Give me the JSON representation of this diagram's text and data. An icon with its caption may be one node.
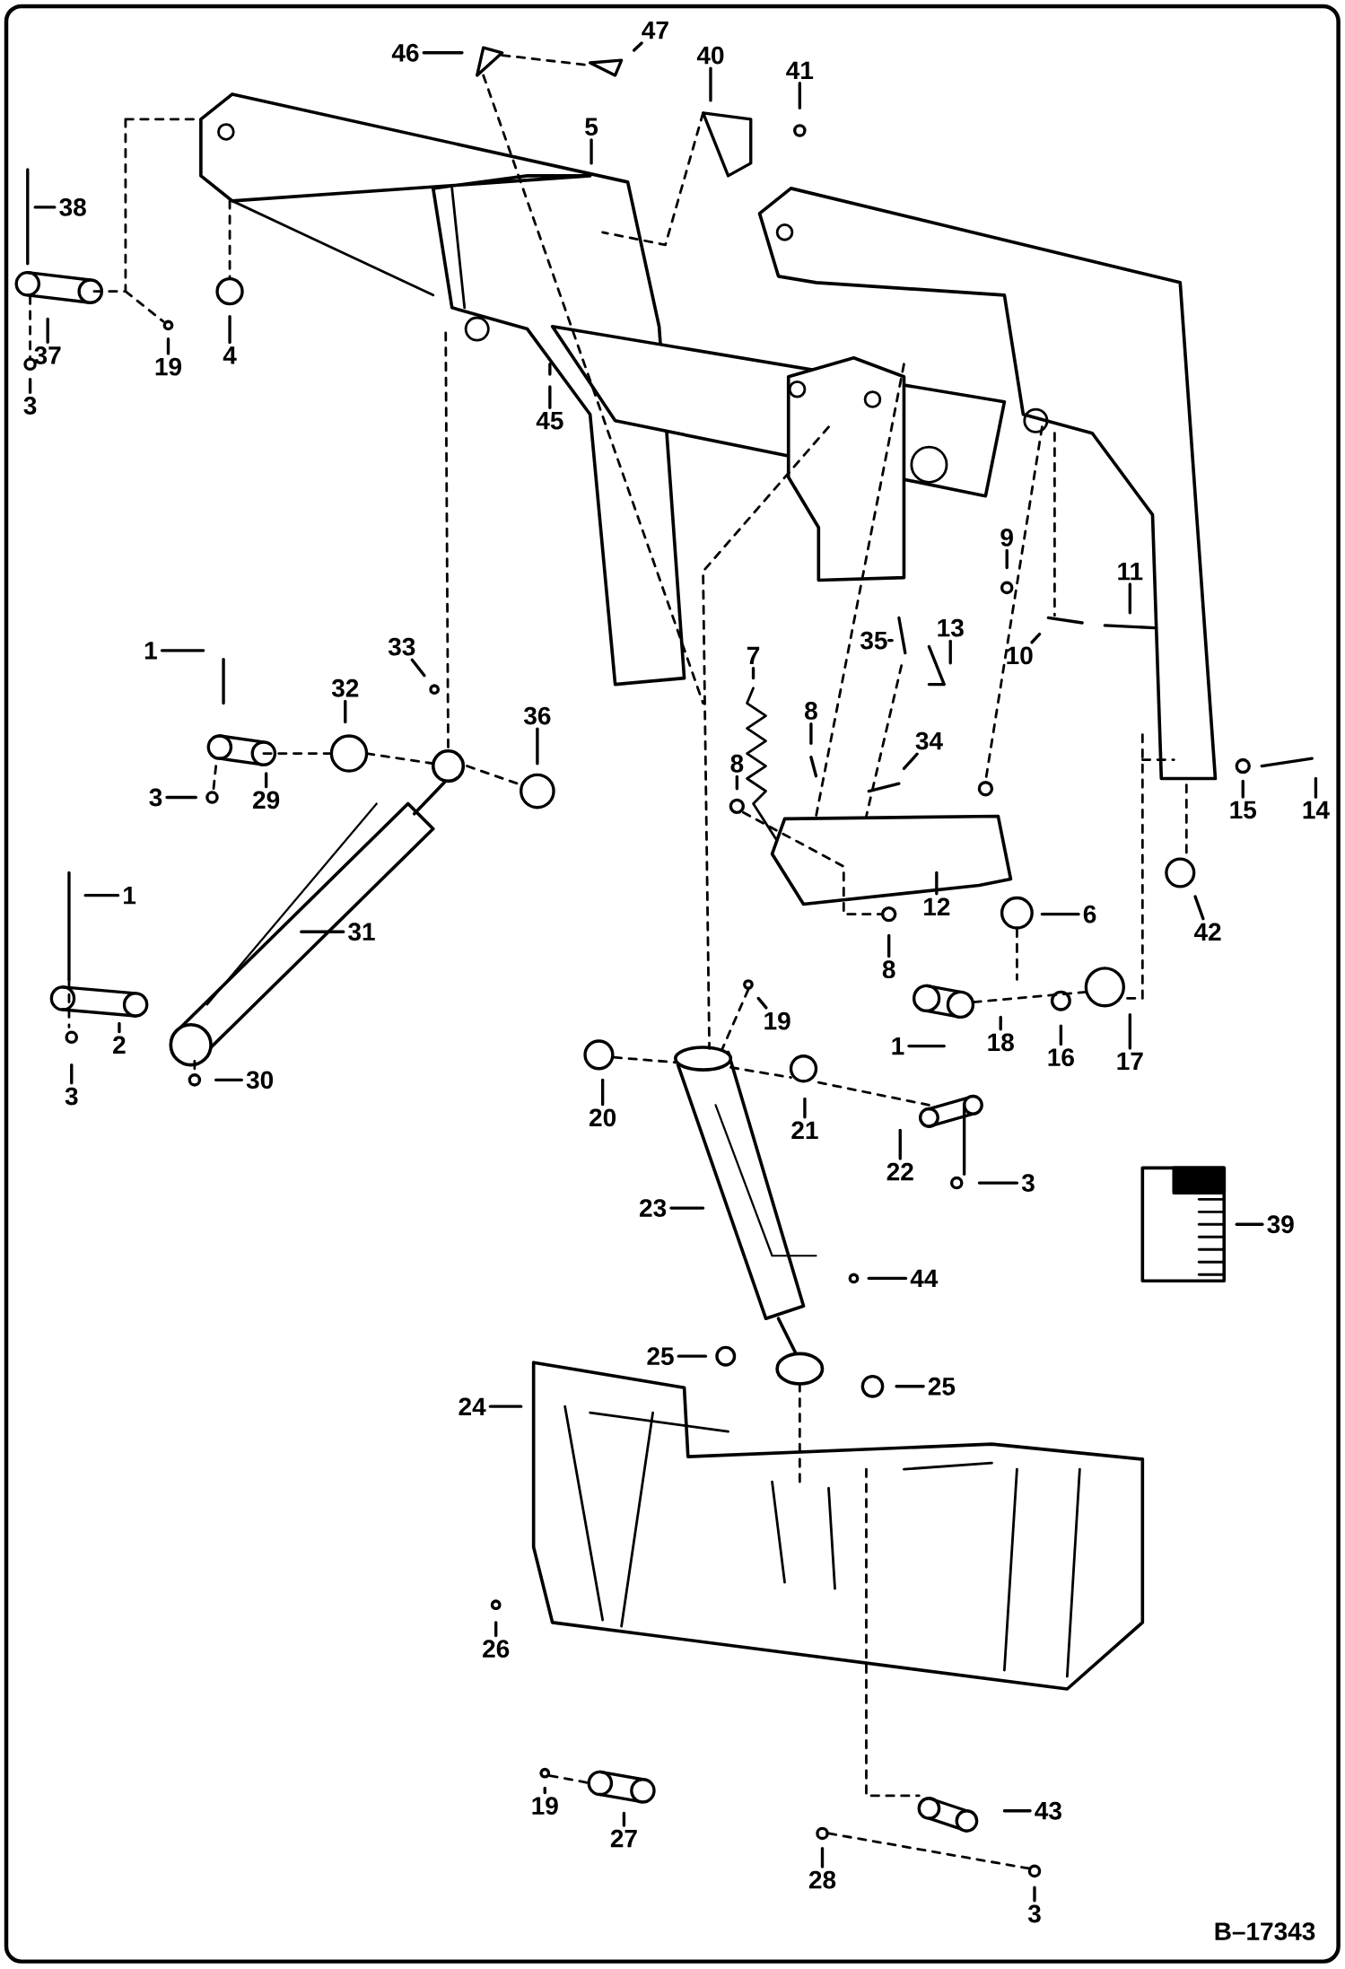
{
  "diagram": {
    "nodes": [
      {
        "text": [
          "46"
        ]
      },
      {
        "text": [
          "47"
        ]
      },
      {
        "text": [
          "40"
        ]
      },
      {
        "text": [
          "41"
        ]
      },
      {
        "text": [
          "5"
        ]
      },
      {
        "text": [
          "38"
        ]
      },
      {
        "text": [
          "37"
        ]
      },
      {
        "text": [
          "19"
        ]
      },
      {
        "text": [
          "4"
        ]
      },
      {
        "text": [
          "3"
        ]
      },
      {
        "text": [
          "45"
        ]
      },
      {
        "text": [
          "9"
        ]
      },
      {
        "text": [
          "11"
        ]
      },
      {
        "text": [
          "10"
        ]
      },
      {
        "text": [
          "13"
        ]
      },
      {
        "text": [
          "35"
        ]
      },
      {
        "text": [
          "7"
        ]
      },
      {
        "text": [
          "33"
        ]
      },
      {
        "text": [
          "32"
        ]
      },
      {
        "text": [
          "36"
        ]
      },
      {
        "text": [
          "1"
        ]
      },
      {
        "text": [
          "29"
        ]
      },
      {
        "text": [
          "3"
        ]
      },
      {
        "text": [
          "8"
        ]
      },
      {
        "text": [
          "34"
        ]
      },
      {
        "text": [
          "8"
        ]
      },
      {
        "text": [
          "15"
        ]
      },
      {
        "text": [
          "14"
        ]
      },
      {
        "text": [
          "12"
        ]
      },
      {
        "text": [
          "8"
        ]
      },
      {
        "text": [
          "42"
        ]
      },
      {
        "text": [
          "6"
        ]
      },
      {
        "text": [
          "1"
        ]
      },
      {
        "text": [
          "31"
        ]
      },
      {
        "text": [
          "2"
        ]
      },
      {
        "text": [
          "3"
        ]
      },
      {
        "text": [
          "30"
        ]
      },
      {
        "text": [
          "19"
        ]
      },
      {
        "text": [
          "18"
        ]
      },
      {
        "text": [
          "16"
        ]
      },
      {
        "text": [
          "17"
        ]
      },
      {
        "text": [
          "1"
        ]
      },
      {
        "text": [
          "20"
        ]
      },
      {
        "text": [
          "21"
        ]
      },
      {
        "text": [
          "22"
        ]
      },
      {
        "text": [
          "3"
        ]
      },
      {
        "text": [
          "23"
        ]
      },
      {
        "text": [
          "39"
        ]
      },
      {
        "text": [
          "44"
        ]
      },
      {
        "text": [
          "25"
        ]
      },
      {
        "text": [
          "25"
        ]
      },
      {
        "text": [
          "24"
        ]
      },
      {
        "text": [
          "26"
        ]
      },
      {
        "text": [
          "19"
        ]
      },
      {
        "text": [
          "27"
        ]
      },
      {
        "text": [
          "43"
        ]
      },
      {
        "text": [
          "28"
        ]
      },
      {
        "text": [
          "3"
        ]
      }
    ],
    "edges": [
      {
        "from": 0,
        "to": null,
        "arrow": "none"
      },
      {
        "from": 1,
        "to": null,
        "arrow": "none"
      },
      {
        "from": 2,
        "to": null,
        "arrow": "none"
      },
      {
        "from": 3,
        "to": null,
        "arrow": "none"
      },
      {
        "from": 4,
        "to": null,
        "arrow": "none"
      },
      {
        "from": 5,
        "to": null,
        "arrow": "none"
      },
      {
        "from": 6,
        "to": null,
        "arrow": "none"
      },
      {
        "from": 7,
        "to": null,
        "arrow": "none"
      },
      {
        "from": 8,
        "to": null,
        "arrow": "none"
      },
      {
        "from": 9,
        "to": null,
        "arrow": "none"
      },
      {
        "from": 10,
        "to": null,
        "arrow": "none"
      },
      {
        "from": 11,
        "to": null,
        "arrow": "none"
      },
      {
        "from": 12,
        "to": null,
        "arrow": "none"
      },
      {
        "from": 13,
        "to": null,
        "arrow": "none"
      },
      {
        "from": 14,
        "to": null,
        "arrow": "none"
      },
      {
        "from": 15,
        "to": null,
        "arrow": "none"
      },
      {
        "from": 16,
        "to": null,
        "arrow": "none"
      },
      {
        "from": 17,
        "to": null,
        "arrow": "none"
      },
      {
        "from": 18,
        "to": null,
        "arrow": "none"
      },
      {
        "from": 19,
        "to": null,
        "arrow": "none"
      },
      {
        "from": 20,
        "to": null,
        "arrow": "none"
      },
      {
        "from": 21,
        "to": null,
        "arrow": "none"
      },
      {
        "from": 22,
        "to": null,
        "arrow": "none"
      },
      {
        "from": 23,
        "to": null,
        "arrow": "none"
      },
      {
        "from": 24,
        "to": null,
        "arrow": "none"
      },
      {
        "from": 25,
        "to": null,
        "arrow": "none"
      },
      {
        "from": 26,
        "to": null,
        "arrow": "none"
      },
      {
        "from": 27,
        "to": null,
        "arrow": "none"
      },
      {
        "from": 28,
        "to": null,
        "arrow": "none"
      },
      {
        "from": 29,
        "to": null,
        "arrow": "none"
      },
      {
        "from": 30,
        "to": null,
        "arrow": "none"
      },
      {
        "from": 31,
        "to": null,
        "arrow": "none"
      },
      {
        "from": 32,
        "to": null,
        "arrow": "none"
      },
      {
        "from": 33,
        "to": null,
        "arrow": "none"
      },
      {
        "from": 34,
        "to": null,
        "arrow": "none"
      },
      {
        "from": 35,
        "to": null,
        "arrow": "none"
      },
      {
        "from": 36,
        "to": null,
        "arrow": "none"
      },
      {
        "from": 37,
        "to": null,
        "arrow": "none"
      },
      {
        "from": 38,
        "to": null,
        "arrow": "none"
      },
      {
        "from": 39,
        "to": null,
        "arrow": "none"
      },
      {
        "from": 40,
        "to": null,
        "arrow": "none"
      },
      {
        "from": 41,
        "to": null,
        "arrow": "none"
      },
      {
        "from": 42,
        "to": null,
        "arrow": "none"
      },
      {
        "from": 43,
        "to": null,
        "arrow": "none"
      },
      {
        "from": 44,
        "to": null,
        "arrow": "none"
      },
      {
        "from": 45,
        "to": null,
        "arrow": "none"
      },
      {
        "from": 46,
        "to": null,
        "arrow": "none"
      },
      {
        "from": 47,
        "to": null,
        "arrow": "none"
      },
      {
        "from": 48,
        "to": null,
        "arrow": "none"
      },
      {
        "from": 49,
        "to": null,
        "arrow": "none"
      },
      {
        "from": 50,
        "to": null,
        "arrow": "none"
      },
      {
        "from": 51,
        "to": null,
        "arrow": "none"
      },
      {
        "from": 52,
        "to": null,
        "arrow": "none"
      },
      {
        "from": 53,
        "to": null,
        "arrow": "none"
      },
      {
        "from": 54,
        "to": null,
        "arrow": "none"
      },
      {
        "from": 55,
        "to": null,
        "arrow": "none"
      },
      {
        "from": 56,
        "to": null,
        "arrow": "none"
      },
      {
        "from": 57,
        "to": null,
        "arrow": "none"
      }
    ],
    "labels": [
      "B–17343"
    ]
  }
}
